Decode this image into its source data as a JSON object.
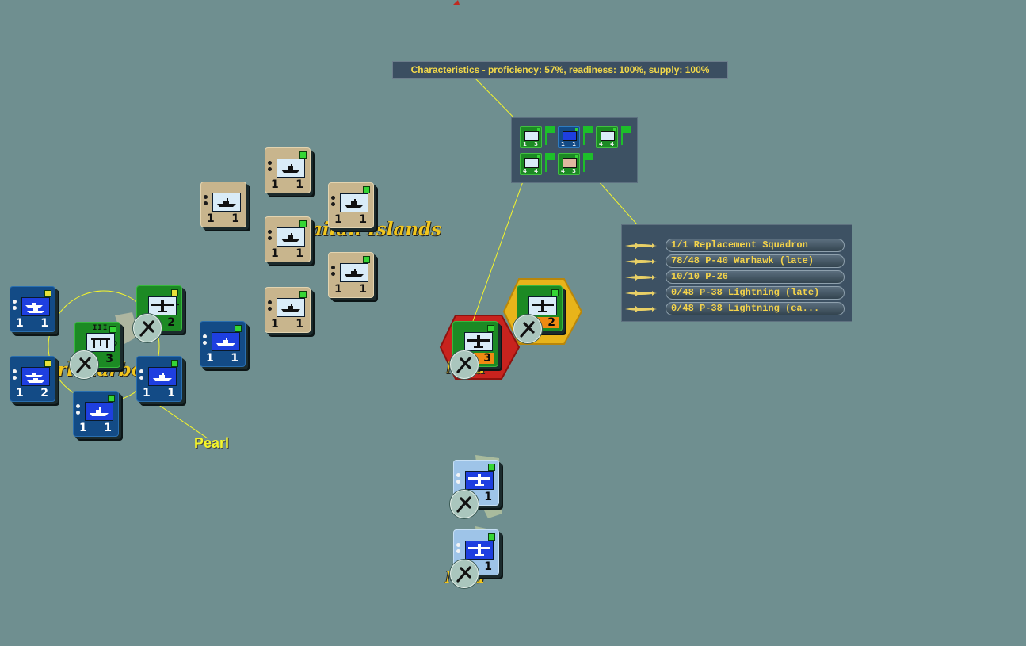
{
  "map": {
    "background": "#6f8f90",
    "place_labels": [
      {
        "id": "hawaiian-islands",
        "text": "aiian Islands"
      },
      {
        "id": "pearl-harbor",
        "text": "rl Harbo"
      },
      {
        "id": "base-center",
        "text": "Mau *"
      },
      {
        "id": "base-south",
        "text": "Mau *"
      }
    ],
    "pearl_label": "Pearl"
  },
  "tooltip": {
    "text": "Characteristics - proficiency: 57%, readiness: 100%, supply: 100%"
  },
  "stack_box": {
    "units": [
      {
        "type": "air",
        "nums": [
          "1",
          "3"
        ],
        "color": "green"
      },
      {
        "type": "air",
        "nums": [
          "1",
          "1"
        ],
        "color": "navy"
      },
      {
        "type": "infantry",
        "nums": [
          "4",
          "4"
        ],
        "color": "green"
      },
      {
        "type": "infantry",
        "nums": [
          "4",
          "4"
        ],
        "color": "green"
      },
      {
        "type": "infantry-red",
        "nums": [
          "4",
          "3"
        ],
        "color": "green"
      }
    ]
  },
  "air_panel": {
    "squadrons": [
      {
        "label": "1/1 Replacement Squadron"
      },
      {
        "label": "78/48 P-40 Warhawk (late)"
      },
      {
        "label": "10/10 P-26"
      },
      {
        "label": "0/48 P-38 Lightning (late)"
      },
      {
        "label": "0/48 P-38 Lightning (ea..."
      }
    ]
  },
  "units": {
    "navy_1": {
      "left": "1",
      "right": "1"
    },
    "navy_2": {
      "left": "1",
      "right": "2"
    },
    "navy_3": {
      "left": "1",
      "right": "1"
    },
    "navy_4": {
      "left": "1",
      "right": "1"
    },
    "navy_5": {
      "left": "1",
      "right": "1"
    },
    "green_bomber": {
      "right": "2",
      "tag": "T"
    },
    "green_hq": {
      "bar": "III",
      "right": "3",
      "tag": "D"
    },
    "tan_1": {
      "left": "1",
      "right": "1"
    },
    "tan_2": {
      "left": "1",
      "right": "1"
    },
    "tan_3": {
      "left": "1",
      "right": "1"
    },
    "tan_4": {
      "left": "1",
      "right": "1"
    },
    "tan_5": {
      "left": "1",
      "right": "1"
    },
    "tan_6": {
      "left": "1",
      "right": "1"
    },
    "center_air_1": {
      "right": "3"
    },
    "center_air_2": {
      "right": "2"
    },
    "south_air_1": {
      "right": "1"
    },
    "south_air_2": {
      "right": "1"
    }
  },
  "colors": {
    "navy": "#134b86",
    "tan": "#c8b58d",
    "green": "#1c8a24",
    "light_blue": "#9ec4e8",
    "label_gold": "#f1c61e",
    "pearl_yellow": "#f5f52a",
    "hex_red": "#c8231e",
    "hex_yellow": "#e8b41a"
  }
}
